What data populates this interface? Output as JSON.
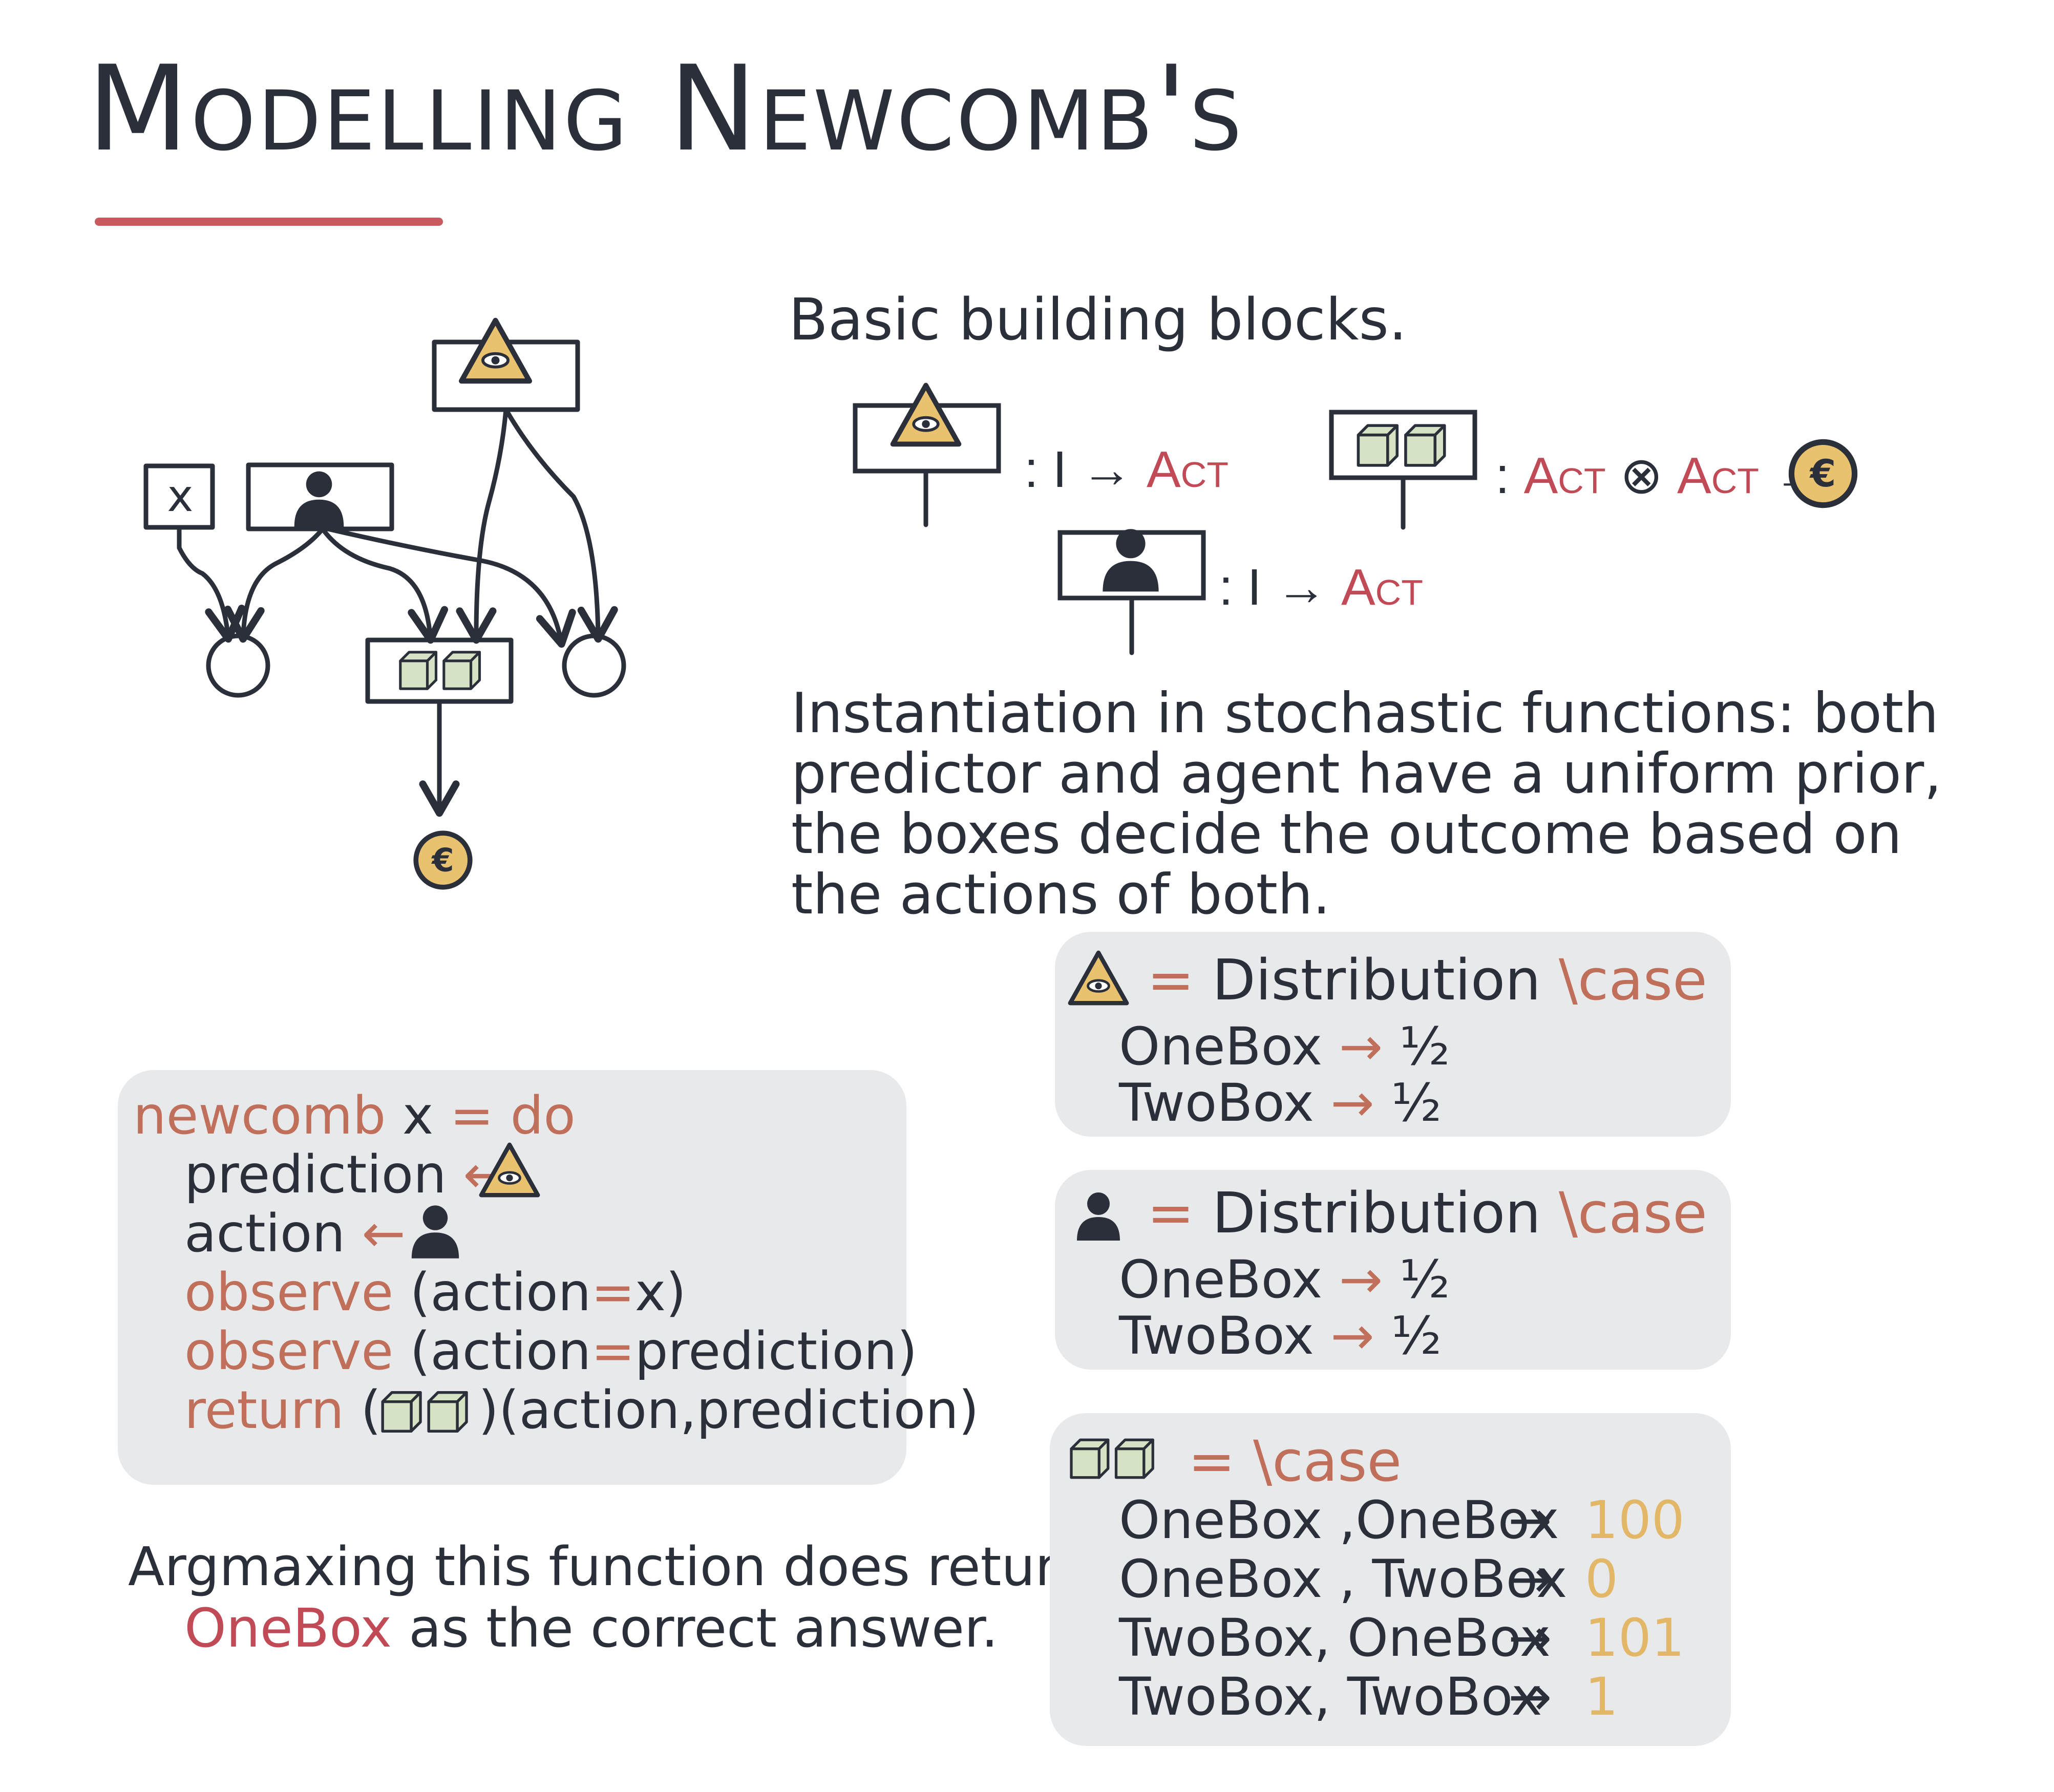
{
  "title": "Modelling Newcomb's",
  "colors": {
    "ink": "#2b2f3a",
    "accent_red": "#c04a55",
    "keyword_orange": "#c0705a",
    "coin_gold": "#e8c26e",
    "box_green": "#d5e2c4",
    "panel_gray": "#e8e9eb"
  },
  "icons": [
    "predictor-eye-pyramid-icon",
    "agent-person-icon",
    "two-boxes-icon",
    "euro-coin-icon",
    "x-input-icon"
  ],
  "diagram": {
    "input_label": "x",
    "coin_label": "€"
  },
  "blocks": {
    "heading": "Basic building blocks.",
    "predictor_sig": {
      "colon": ":",
      "input": "I",
      "arrow": "→",
      "output": "Act"
    },
    "boxes_sig": {
      "colon": ":",
      "in1": "Act",
      "tensor": "⊗",
      "in2": "Act",
      "arrow": "→",
      "coin": "€"
    },
    "agent_sig": {
      "colon": ":",
      "input": "I",
      "arrow": "→",
      "output": "Act"
    }
  },
  "paragraph": "Instantiation in stochastic functions: both predictor and agent have a uniform prior, the boxes decide the outcome based on the actions of both.",
  "code": {
    "line1": {
      "name": "newcomb",
      "arg": "x",
      "eq": "=",
      "kw": "do"
    },
    "line2": {
      "var": "prediction",
      "arrow": "←"
    },
    "line3": {
      "var": "action",
      "arrow": "←"
    },
    "line4": {
      "kw": "observe",
      "open": "(action",
      "eq": "=",
      "close": "x)"
    },
    "line5": {
      "kw": "observe",
      "open": "(action",
      "eq": "=",
      "close": "prediction)"
    },
    "line6": {
      "kw": "return",
      "open": "(",
      "close": ")(action,prediction)"
    }
  },
  "predictor_dist": {
    "eq": "=",
    "fn": "Distribution",
    "case": "\\case",
    "rows": [
      {
        "label": "OneBox",
        "arrow": "→",
        "value": "½"
      },
      {
        "label": "TwoBox",
        "arrow": "→",
        "value": "½"
      }
    ]
  },
  "agent_dist": {
    "eq": "=",
    "fn": "Distribution",
    "case": "\\case",
    "rows": [
      {
        "label": "OneBox",
        "arrow": "→",
        "value": "½"
      },
      {
        "label": "TwoBox",
        "arrow": "→",
        "value": "½"
      }
    ]
  },
  "payoff": {
    "eq": "=",
    "case": "\\case",
    "rows": [
      {
        "label": "OneBox ,OneBox",
        "arrow": "→",
        "value": "100"
      },
      {
        "label": "OneBox , TwoBox",
        "arrow": "→",
        "value": "0"
      },
      {
        "label": "TwoBox, OneBox",
        "arrow": "→",
        "value": "101"
      },
      {
        "label": "TwoBox, TwoBox",
        "arrow": "→",
        "value": "1"
      }
    ]
  },
  "conclusion": {
    "line1": "Argmaxing this function does return",
    "answer": "OneBox",
    "line2_rest": "as the correct answer."
  }
}
